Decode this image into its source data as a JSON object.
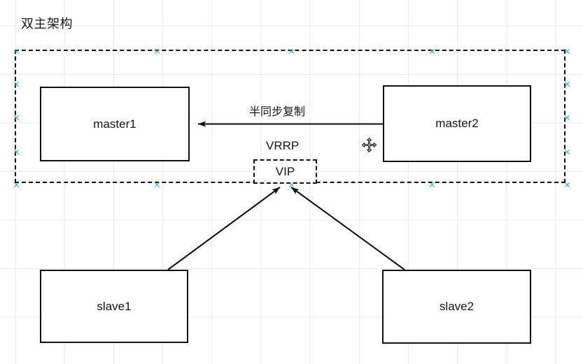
{
  "diagram": {
    "title": "双主架构",
    "nodes": [
      {
        "id": "master1",
        "label": "master1",
        "style": "solid"
      },
      {
        "id": "master2",
        "label": "master2",
        "style": "solid"
      },
      {
        "id": "vip",
        "label": "VIP",
        "style": "dashed"
      },
      {
        "id": "slave1",
        "label": "slave1",
        "style": "solid"
      },
      {
        "id": "slave2",
        "label": "slave2",
        "style": "solid"
      }
    ],
    "edges": [
      {
        "from": "master2",
        "to": "master1",
        "label": "半同步复制",
        "arrow": "left"
      },
      {
        "from": "slave1",
        "to": "vip",
        "label": "",
        "arrow": "up"
      },
      {
        "from": "slave2",
        "to": "vip",
        "label": "",
        "arrow": "up"
      }
    ],
    "labels": {
      "replication": "半同步复制",
      "vrrp": "VRRP"
    },
    "group": {
      "name": "dual-master-selection",
      "selected": true,
      "handle_color": "#2aa8b8",
      "border_style": "dashed"
    },
    "cursor": {
      "name": "move-cursor",
      "glyph": "four-way-arrow"
    },
    "colors": {
      "stroke": "#111111",
      "text": "#141414",
      "grid": "#e9e9e9",
      "background": "#ffffff",
      "selection_handle": "#2aa8b8"
    }
  }
}
